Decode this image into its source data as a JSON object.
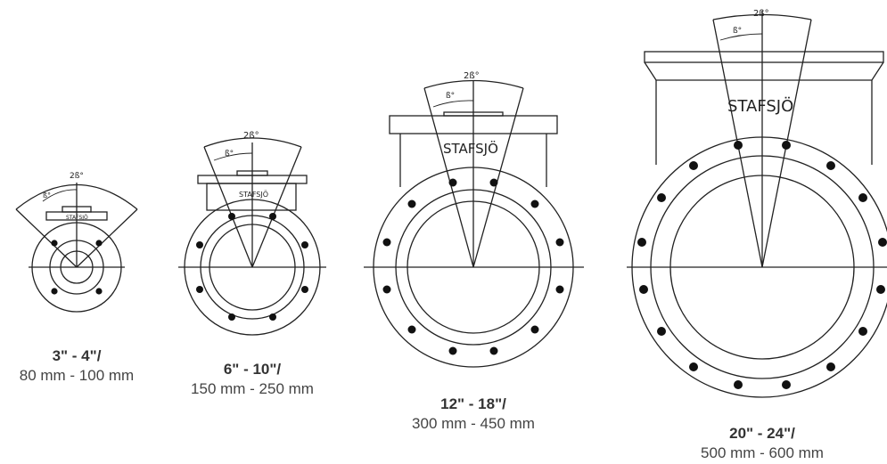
{
  "valves": [
    {
      "id": "v1",
      "angle_label": "2ß°",
      "half_angle_label": "ß°",
      "brand": "STAFSJÖ",
      "size_inch": "3\" - 4\"/",
      "size_mm": "80 mm - 100 mm"
    },
    {
      "id": "v2",
      "angle_label": "2ß°",
      "half_angle_label": "ß°",
      "brand": "STAFSJÖ",
      "size_inch": "6\" - 10\"/",
      "size_mm": "150 mm - 250 mm"
    },
    {
      "id": "v3",
      "angle_label": "2ß°",
      "half_angle_label": "ß°",
      "brand": "STAFSJÖ",
      "size_inch": "12\" - 18\"/",
      "size_mm": "300 mm - 450 mm"
    },
    {
      "id": "v4",
      "angle_label": "2ß°",
      "half_angle_label": "ß°",
      "brand": "STAFSJÖ",
      "size_inch": "20\" - 24\"/",
      "size_mm": "500 mm - 600 mm"
    }
  ]
}
